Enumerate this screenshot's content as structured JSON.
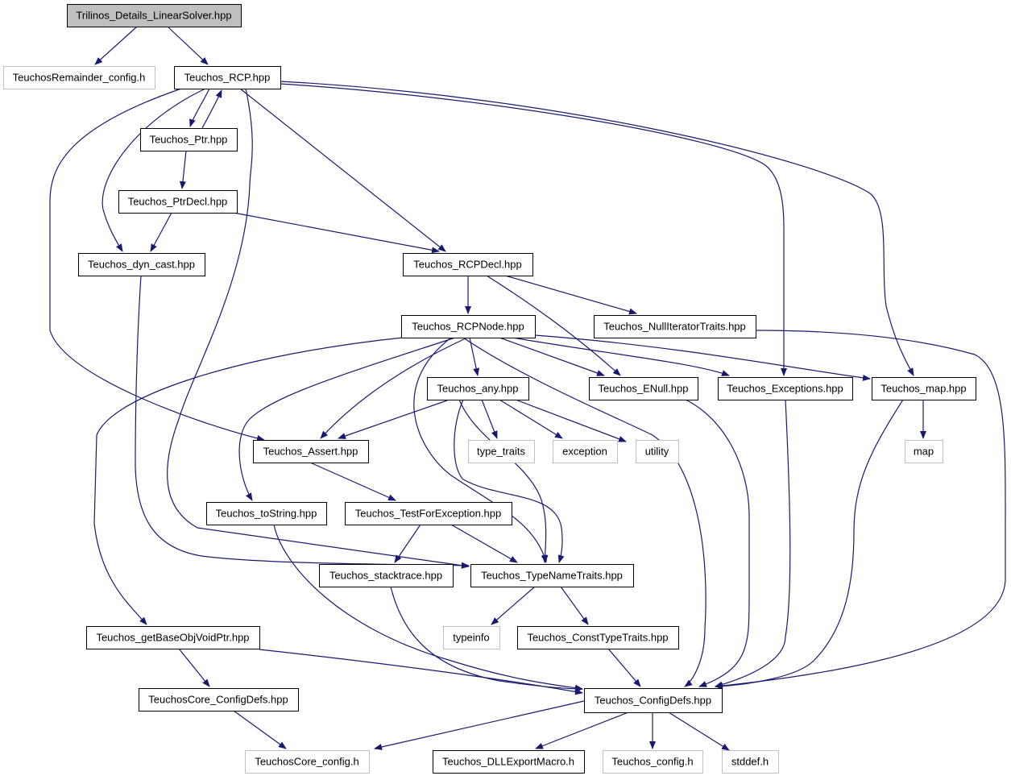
{
  "nodes": [
    {
      "id": "root",
      "label": "Trilinos_Details_LinearSolver.hpp",
      "style": "root"
    },
    {
      "id": "remcfg",
      "label": "TeuchosRemainder_config.h",
      "style": "external"
    },
    {
      "id": "rcp",
      "label": "Teuchos_RCP.hpp",
      "style": "normal"
    },
    {
      "id": "ptr",
      "label": "Teuchos_Ptr.hpp",
      "style": "normal"
    },
    {
      "id": "ptrdecl",
      "label": "Teuchos_PtrDecl.hpp",
      "style": "normal"
    },
    {
      "id": "dyncast",
      "label": "Teuchos_dyn_cast.hpp",
      "style": "normal"
    },
    {
      "id": "rcpdecl",
      "label": "Teuchos_RCPDecl.hpp",
      "style": "normal"
    },
    {
      "id": "rcpnode",
      "label": "Teuchos_RCPNode.hpp",
      "style": "normal"
    },
    {
      "id": "nulliter",
      "label": "Teuchos_NullIteratorTraits.hpp",
      "style": "normal"
    },
    {
      "id": "any",
      "label": "Teuchos_any.hpp",
      "style": "normal"
    },
    {
      "id": "enull",
      "label": "Teuchos_ENull.hpp",
      "style": "normal"
    },
    {
      "id": "exceptions",
      "label": "Teuchos_Exceptions.hpp",
      "style": "normal"
    },
    {
      "id": "tmap",
      "label": "Teuchos_map.hpp",
      "style": "normal"
    },
    {
      "id": "assert",
      "label": "Teuchos_Assert.hpp",
      "style": "normal"
    },
    {
      "id": "typetraits",
      "label": "type_traits",
      "style": "external"
    },
    {
      "id": "exception",
      "label": "exception",
      "style": "external"
    },
    {
      "id": "utility",
      "label": "utility",
      "style": "external"
    },
    {
      "id": "map",
      "label": "map",
      "style": "external"
    },
    {
      "id": "tostring",
      "label": "Teuchos_toString.hpp",
      "style": "normal"
    },
    {
      "id": "testexc",
      "label": "Teuchos_TestForException.hpp",
      "style": "normal"
    },
    {
      "id": "stacktrace",
      "label": "Teuchos_stacktrace.hpp",
      "style": "normal"
    },
    {
      "id": "typename",
      "label": "Teuchos_TypeNameTraits.hpp",
      "style": "normal"
    },
    {
      "id": "typeinfo",
      "label": "typeinfo",
      "style": "external"
    },
    {
      "id": "consttype",
      "label": "Teuchos_ConstTypeTraits.hpp",
      "style": "normal"
    },
    {
      "id": "getbase",
      "label": "Teuchos_getBaseObjVoidPtr.hpp",
      "style": "normal"
    },
    {
      "id": "coreconfigdefs",
      "label": "TeuchosCore_ConfigDefs.hpp",
      "style": "normal"
    },
    {
      "id": "configdefs",
      "label": "Teuchos_ConfigDefs.hpp",
      "style": "normal"
    },
    {
      "id": "coreconfig",
      "label": "TeuchosCore_config.h",
      "style": "external"
    },
    {
      "id": "dllexport",
      "label": "Teuchos_DLLExportMacro.h",
      "style": "normal"
    },
    {
      "id": "tconfig",
      "label": "Teuchos_config.h",
      "style": "external"
    },
    {
      "id": "stddef",
      "label": "stddef.h",
      "style": "external"
    }
  ],
  "colors": {
    "edge": "#191970",
    "root_fill": "#bfbfbf",
    "normal_border": "#000000",
    "external_border": "#bfbfbf",
    "text": "#000000"
  }
}
